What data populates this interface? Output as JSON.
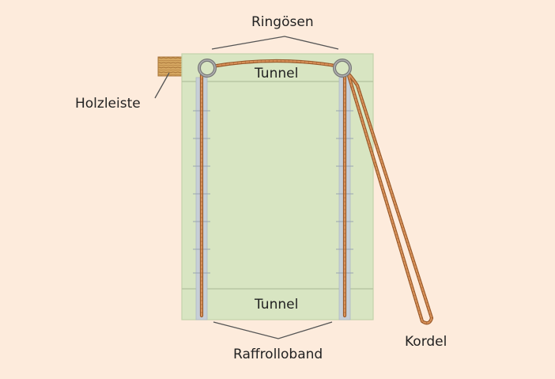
{
  "labels": {
    "ringoesen": "Ringösen",
    "tunnel_top": "Tunnel",
    "tunnel_bottom": "Tunnel",
    "holzleiste": "Holzleiste",
    "raffrolloband": "Raffrolloband",
    "kordel": "Kordel"
  },
  "colors": {
    "background": "#fdebdc",
    "fabric": "#d8e5c2",
    "fabric_edge": "#c3d3aa",
    "tape": "#c7cfd8",
    "cord": "#c8783c",
    "wood": "#d6a862",
    "leader": "#555555"
  },
  "icons": {
    "ring": "ring-eyelet-icon",
    "wood": "wood-batten-icon"
  }
}
